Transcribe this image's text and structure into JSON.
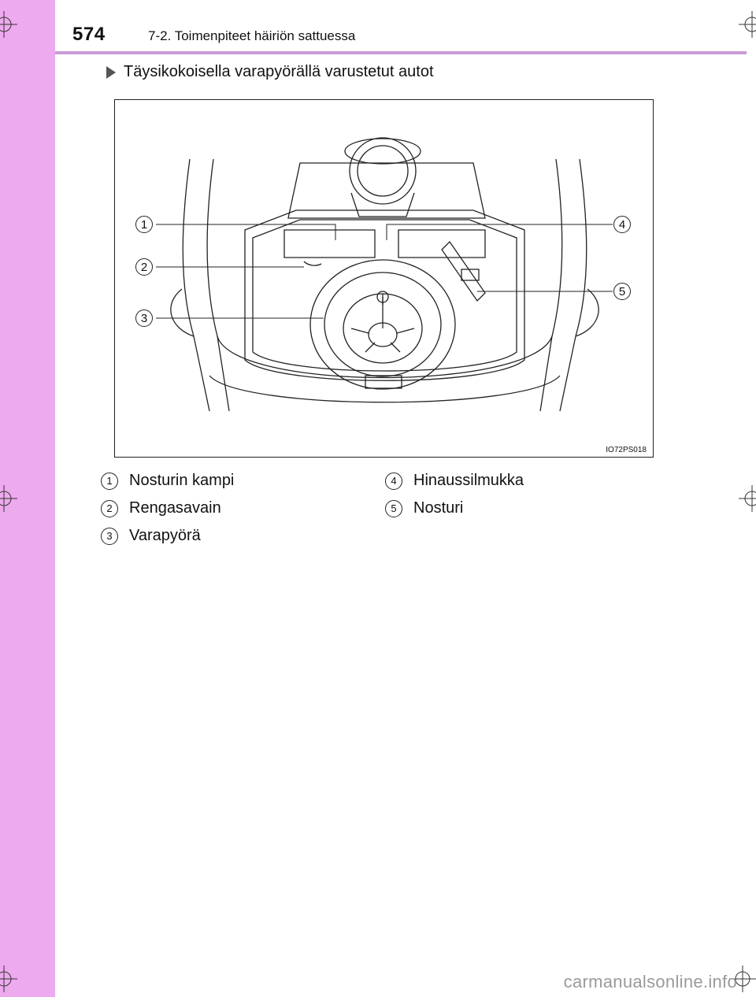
{
  "header": {
    "page_number": "574",
    "section_title": "7-2. Toimenpiteet häiriön sattuessa"
  },
  "subheading": "Täysikokoisella varapyörällä varustetut autot",
  "figure": {
    "code": "IO72PS018",
    "callouts": [
      "1",
      "2",
      "3",
      "4",
      "5"
    ]
  },
  "legend": [
    {
      "num": "1",
      "label": "Nosturin kampi"
    },
    {
      "num": "2",
      "label": "Rengasavain"
    },
    {
      "num": "3",
      "label": "Varapyörä"
    },
    {
      "num": "4",
      "label": "Hinaussilmukka"
    },
    {
      "num": "5",
      "label": "Nosturi"
    }
  ],
  "watermark": "carmanualsonline.info",
  "colors": {
    "side_band": "#eeaaee",
    "header_rule": "#c99ad8"
  }
}
